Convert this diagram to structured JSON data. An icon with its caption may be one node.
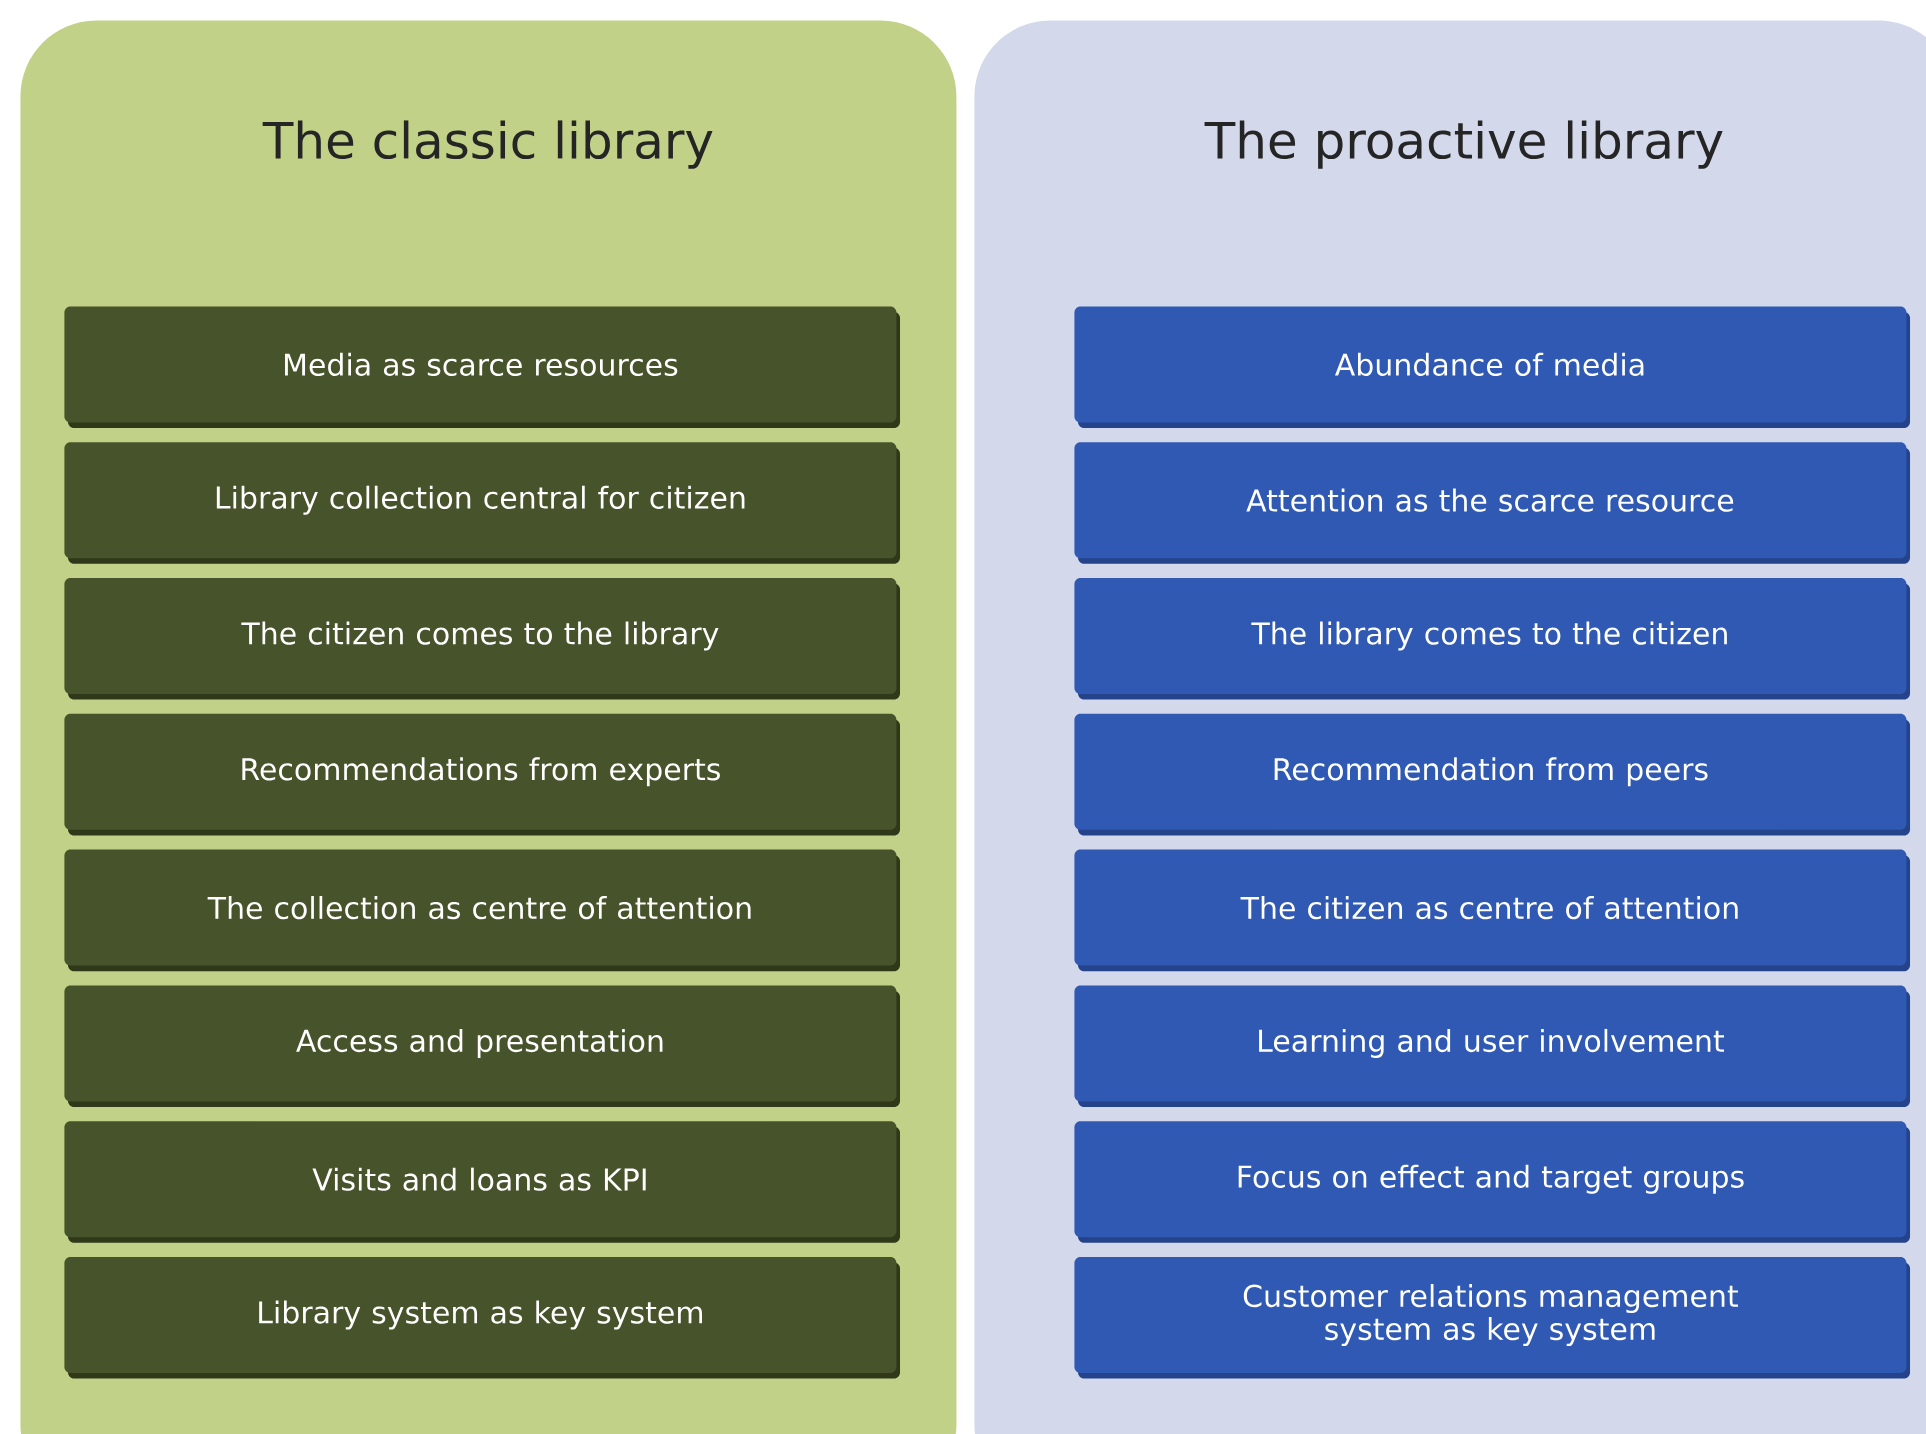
{
  "diagram": {
    "nodes": [
      {
        "text": [
          "The classic library"
        ]
      },
      {
        "text": [
          "Media as scarce resources"
        ],
        "in": 0
      },
      {
        "text": [
          "Library collection central for citizen"
        ],
        "in": 0
      },
      {
        "text": [
          "The citizen comes to the library"
        ],
        "in": 0
      },
      {
        "text": [
          "Recommendations from experts"
        ],
        "in": 0
      },
      {
        "text": [
          "The collection as centre of attention"
        ],
        "in": 0
      },
      {
        "text": [
          "Access and presentation"
        ],
        "in": 0
      },
      {
        "text": [
          "Visits and loans as KPI"
        ],
        "in": 0
      },
      {
        "text": [
          "Library system as key system"
        ],
        "in": 0
      },
      {
        "text": [
          "The proactive library"
        ]
      },
      {
        "text": [
          "Abundance of media"
        ],
        "in": 9
      },
      {
        "text": [
          "Attention as the scarce resource"
        ],
        "in": 9
      },
      {
        "text": [
          "The library comes to the citizen"
        ],
        "in": 9
      },
      {
        "text": [
          "Recommendation from peers"
        ],
        "in": 9
      },
      {
        "text": [
          "The citizen as centre of attention"
        ],
        "in": 9
      },
      {
        "text": [
          "Learning and user involvement"
        ],
        "in": 9
      },
      {
        "text": [
          "Focus on effect and target groups"
        ],
        "in": 9
      },
      {
        "text": [
          "Customer relations management system as key system"
        ],
        "in": 9
      }
    ]
  }
}
